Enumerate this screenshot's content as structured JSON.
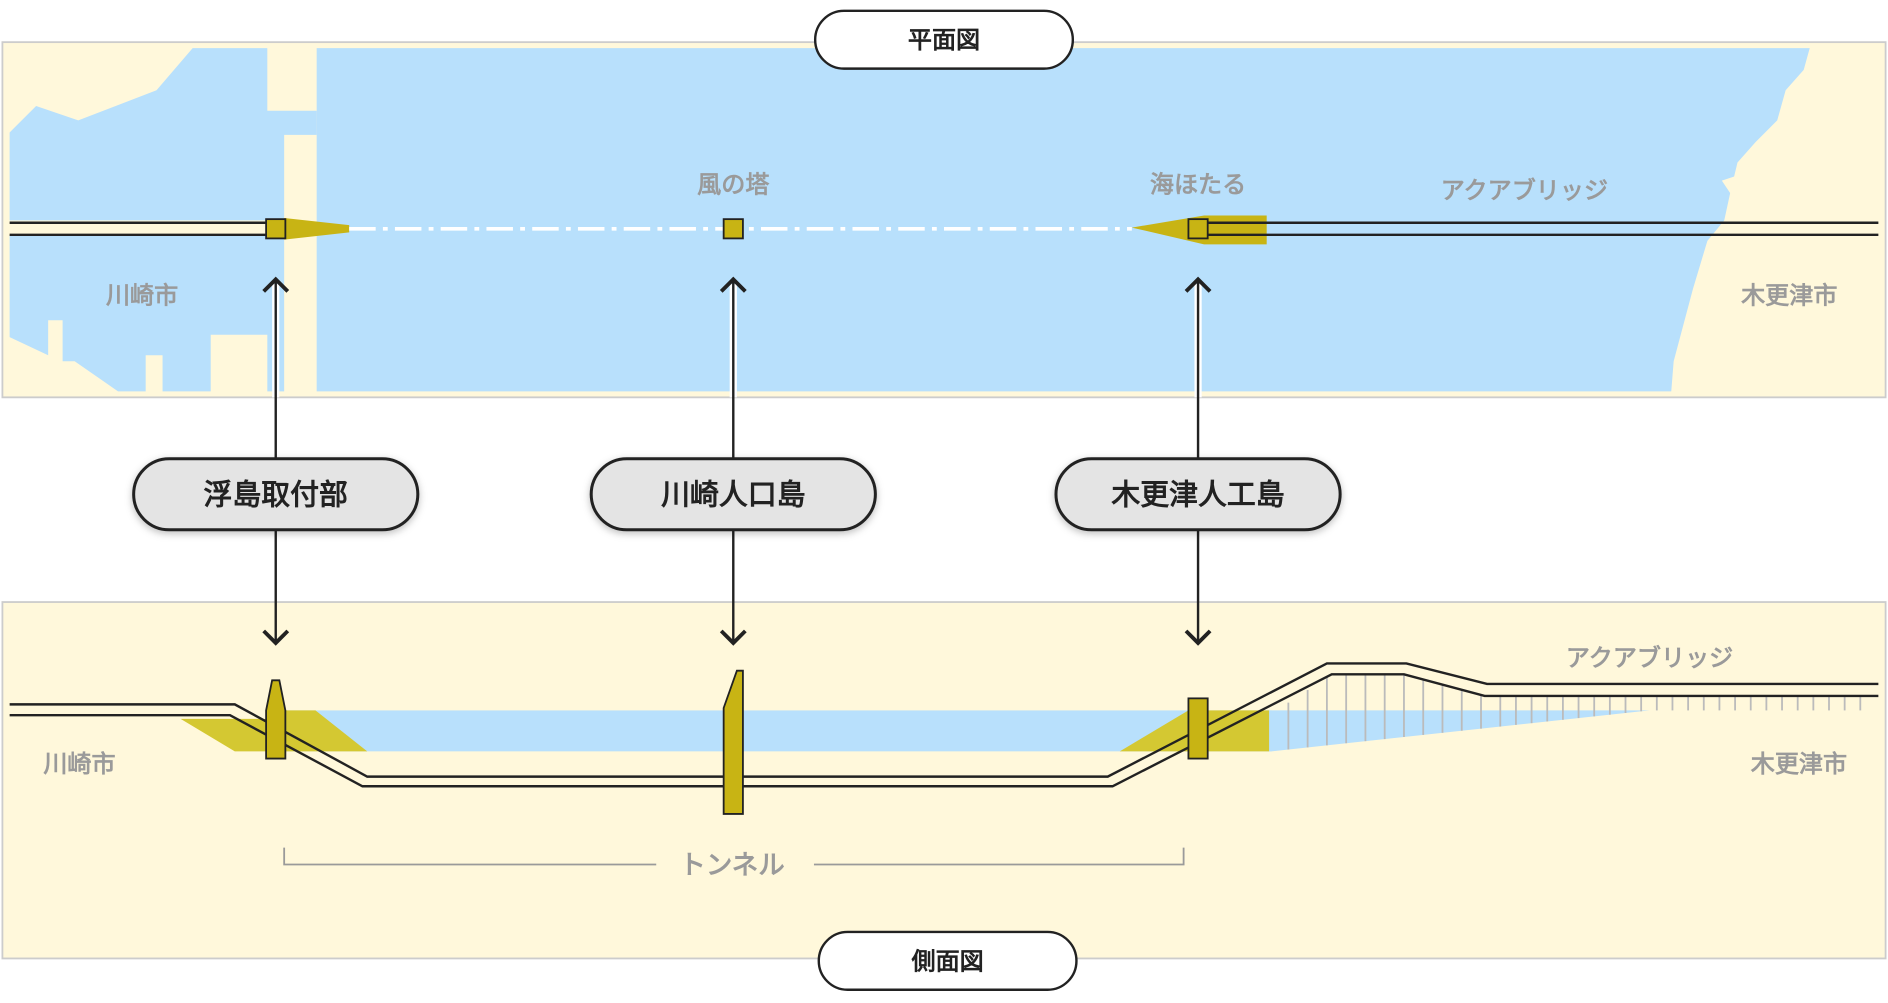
{
  "plan": {
    "title": "平面図",
    "label_kawasaki": "川崎市",
    "label_kisarazu": "木更津市",
    "label_wind_tower": "風の塔",
    "label_umihotaru": "海ほたる",
    "label_aqua_bridge": "アクアブリッジ"
  },
  "callouts": {
    "ukishima": "浮島取付部",
    "kawasaki_island": "川崎人口島",
    "kisarazu_island": "木更津人工島"
  },
  "side": {
    "title": "側面図",
    "label_kawasaki": "川崎市",
    "label_kisarazu": "木更津市",
    "label_aqua_bridge": "アクアブリッジ",
    "label_tunnel": "トンネル"
  },
  "colors": {
    "sea": "#b8e0fc",
    "land": "#fff8db",
    "structure": "#c8b414",
    "road": "#222222",
    "label_gray": "#9a9a9a",
    "pill_fill": "#e4e4e4"
  }
}
